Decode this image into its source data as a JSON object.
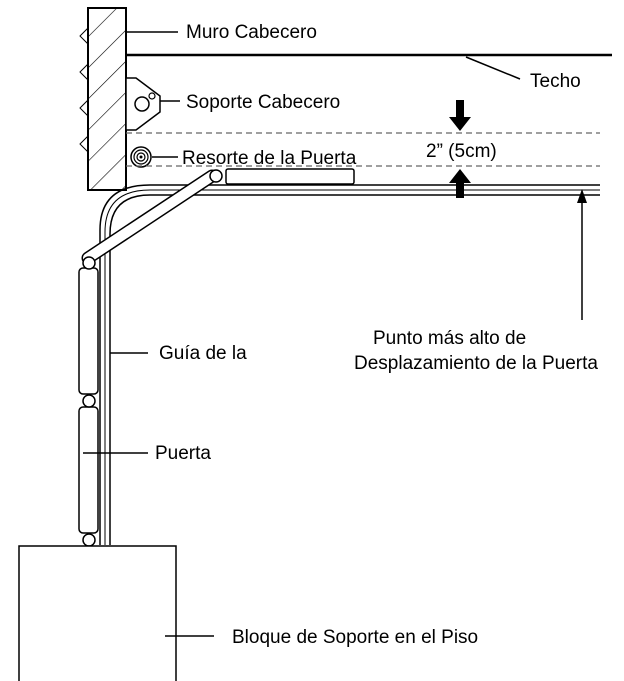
{
  "labels": {
    "header_wall": "Muro Cabecero",
    "ceiling": "Techo",
    "header_bracket": "Soporte Cabecero",
    "door_spring": "Resorte de la Puerta",
    "clearance": "2” (5cm)",
    "highest_point_line1": "Punto más alto de",
    "highest_point_line2": "Desplazamiento de la Puerta",
    "door_track_line1": "Guía de la",
    "door_track_line2": "Puerta",
    "floor_block": "Bloque de Soporte en el Piso"
  }
}
